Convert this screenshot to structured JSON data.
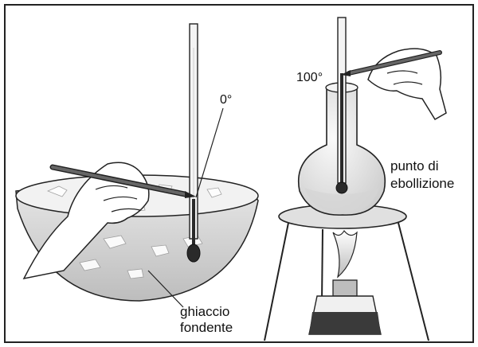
{
  "labels": {
    "zero_degree": "0°",
    "hundred_degree": "100°",
    "boiling_point_line1": "punto di",
    "boiling_point_line2": "ebollizione",
    "melting_ice_line1": "ghiaccio",
    "melting_ice_line2": "fondente"
  },
  "colors": {
    "frame": "#222222",
    "ink": "#1a1a1a",
    "ice_bowl": "#d9d9d9",
    "glass": "#e6e6e6",
    "mercury": "#2a2a2a",
    "flame": "#cfcfcf"
  },
  "icons": [
    "hand-with-pencil-icon",
    "thermometer-icon",
    "ice-bowl-icon",
    "round-flask-icon",
    "tripod-icon",
    "spirit-burner-icon"
  ]
}
